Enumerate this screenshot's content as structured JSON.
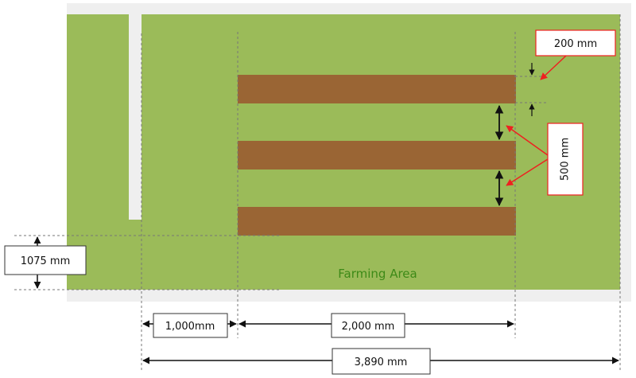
{
  "colors": {
    "field": "#9bbb59",
    "bed": "#9a6534",
    "path": "#efefef",
    "callout_border": "#ee2020",
    "area_label": "#3d8a17",
    "arrow": "#111111"
  },
  "labels": {
    "farming_area": "Farming Area",
    "bed_width": "200 mm",
    "bed_gap": "500 mm",
    "left_margin_height": "1075 mm",
    "left_offset": "1,000mm",
    "bed_length": "2,000 mm",
    "total_width": "3,890 mm"
  }
}
